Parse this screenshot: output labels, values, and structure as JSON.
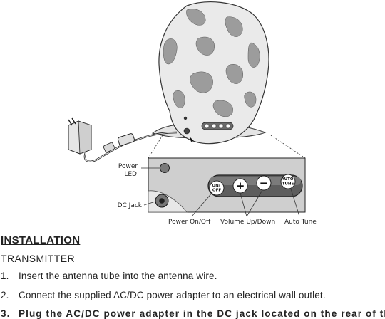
{
  "diagram": {
    "labels": {
      "power_led": "Power\nLED",
      "dc_jack": "DC Jack",
      "power_on_off": "Power On/Off",
      "volume_up_down": "Volume Up/Down",
      "auto_tune": "Auto Tune"
    },
    "buttons": {
      "on_off": "ON/\nOFF",
      "plus": "+",
      "minus": "−",
      "auto_tune": "AUTO\nTUNE"
    }
  },
  "section": {
    "heading": "INSTALLATION",
    "subheading": "TRANSMITTER"
  },
  "steps": [
    {
      "number": "1.",
      "text": "Insert the antenna tube into the antenna wire."
    },
    {
      "number": "2.",
      "text": "Connect the supplied AC/DC power adapter to an electrical wall outlet."
    },
    {
      "number": "3.",
      "text": "Plug the AC/DC power adapter in the DC jack located on the rear of the"
    }
  ]
}
